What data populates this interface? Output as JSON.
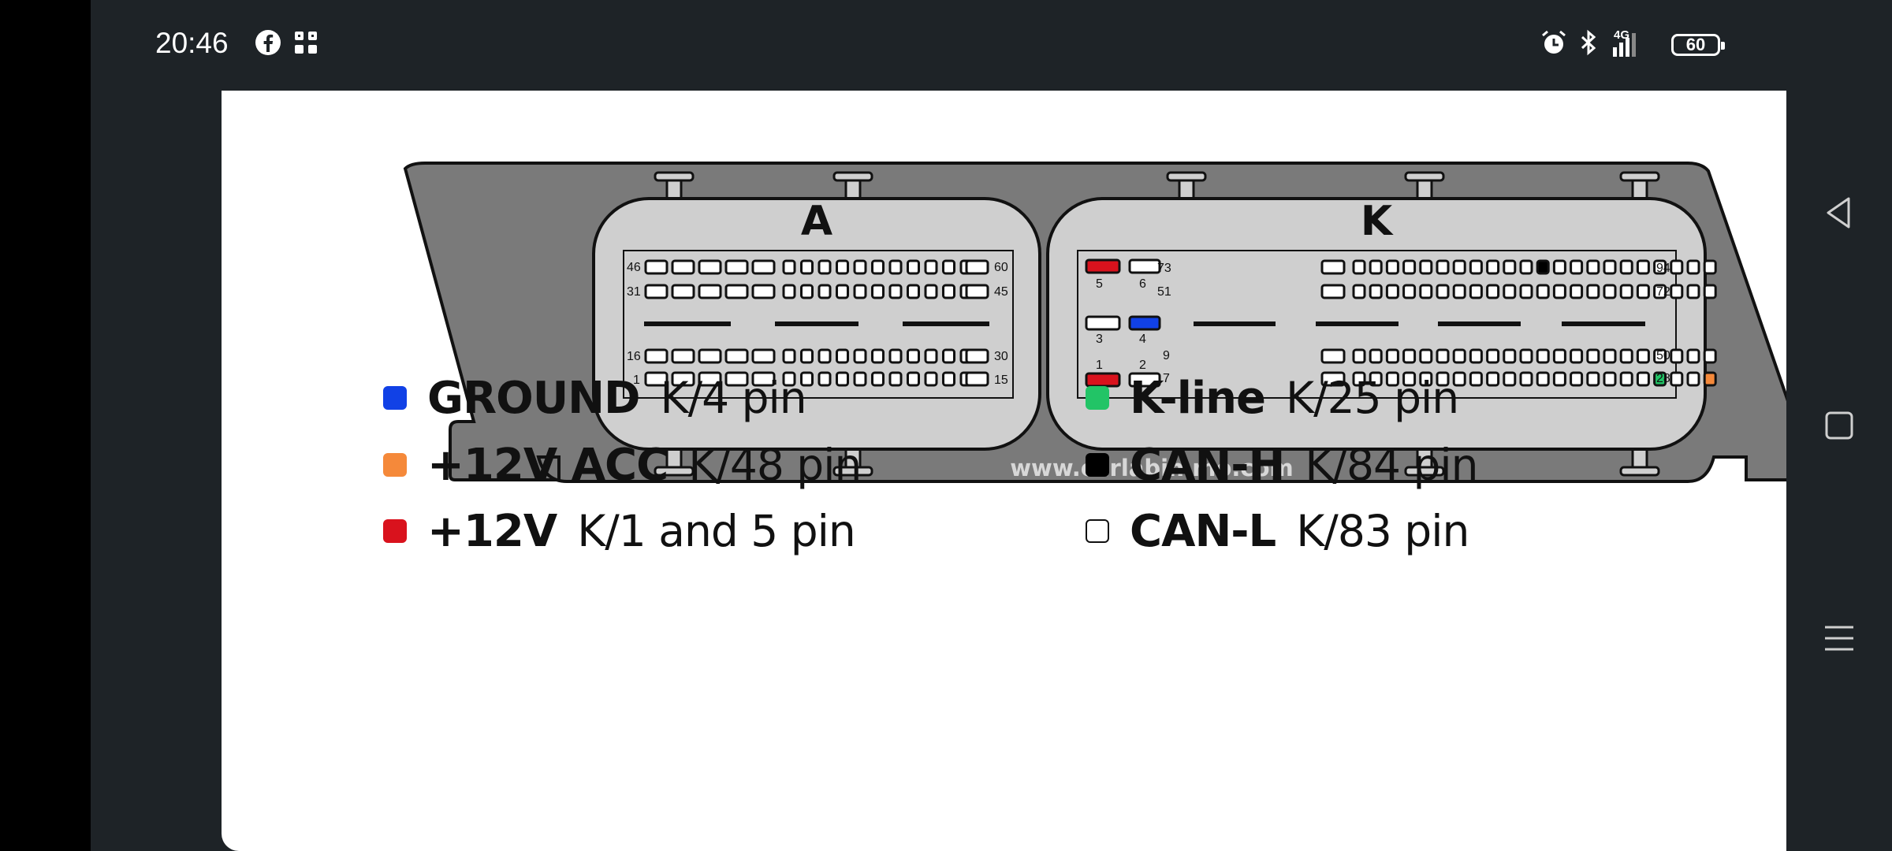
{
  "statusbar": {
    "time": "20:46",
    "network": "4G",
    "battery": "60",
    "icons": [
      "facebook-icon",
      "apps-icon",
      "alarm-icon",
      "bluetooth-icon",
      "signal-icon",
      "battery-icon"
    ]
  },
  "diagram": {
    "connector_a_label": "A",
    "connector_k_label": "K",
    "watermark": "www.carlabimmo.com",
    "a_pin_labels": {
      "tl": "46",
      "tr": "60",
      "ml": "31",
      "mr": "45",
      "bl1": "16",
      "br1": "30",
      "bl2": "1",
      "br2": "15"
    },
    "k_pin_labels": {
      "p5": "5",
      "p6": "6",
      "p3": "3",
      "p4": "4",
      "p1": "1",
      "p2": "2",
      "tl": "73",
      "tr": "94",
      "ml": "51",
      "mr": "72",
      "bl1": "9",
      "br1": "50",
      "bl2": "7",
      "br2": "28"
    },
    "colors": {
      "ground": "#1141e6",
      "acc": "#f5893a",
      "plus12": "#d9121d",
      "kline": "#22c466",
      "canh": "#000000",
      "canl": "#ffffff",
      "housing": "#7a7a7a",
      "face": "#cfcfcf"
    }
  },
  "legend": [
    {
      "label": "GROUND",
      "value": "K/4 pin",
      "color": "#1141e6"
    },
    {
      "label": "+12V ACC",
      "value": "K/48 pin",
      "color": "#f5893a"
    },
    {
      "label": "+12V",
      "value": "K/1 and 5 pin",
      "color": "#d9121d"
    },
    {
      "label": "K-line",
      "value": "K/25 pin",
      "color": "#22c466"
    },
    {
      "label": "CAN-H",
      "value": "K/84 pin",
      "color": "#000000"
    },
    {
      "label": "CAN-L",
      "value": "K/83 pin",
      "color": "#ffffff"
    }
  ],
  "navbar": {
    "buttons": [
      "back-icon",
      "home-icon",
      "recents-icon"
    ]
  }
}
